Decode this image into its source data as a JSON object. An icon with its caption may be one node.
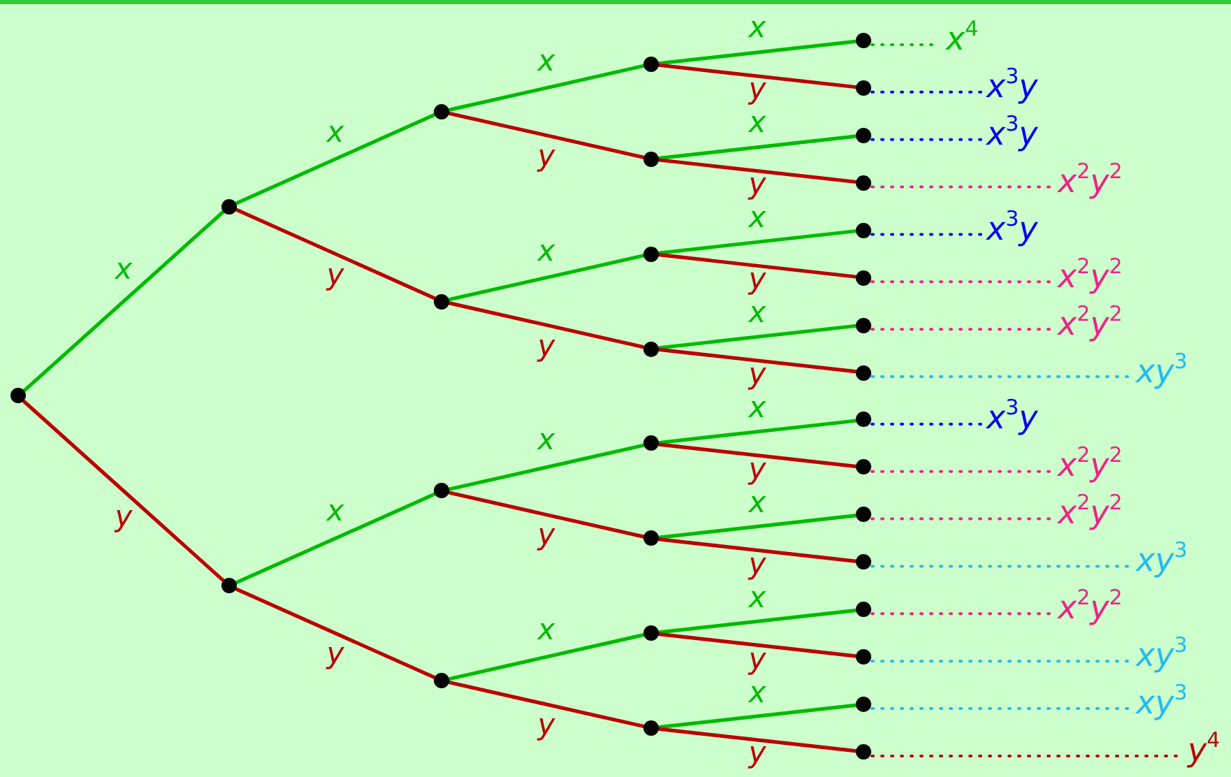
{
  "diagram": {
    "nodes": [
      {
        "text": [],
        "shape": "circle"
      },
      {
        "text": [],
        "shape": "circle"
      },
      {
        "text": [],
        "shape": "circle"
      },
      {
        "text": [],
        "shape": "circle"
      },
      {
        "text": [],
        "shape": "circle"
      },
      {
        "text": [],
        "shape": "circle"
      },
      {
        "text": [],
        "shape": "circle"
      },
      {
        "text": [],
        "shape": "circle"
      },
      {
        "text": [],
        "shape": "circle"
      },
      {
        "text": [],
        "shape": "circle"
      },
      {
        "text": [],
        "shape": "circle"
      },
      {
        "text": [],
        "shape": "circle"
      },
      {
        "text": [],
        "shape": "circle"
      },
      {
        "text": [],
        "shape": "circle"
      },
      {
        "text": [],
        "shape": "circle"
      },
      {
        "text": [],
        "shape": "circle"
      },
      {
        "text": [],
        "shape": "circle"
      },
      {
        "text": [],
        "shape": "circle"
      },
      {
        "text": [],
        "shape": "circle"
      },
      {
        "text": [],
        "shape": "circle"
      },
      {
        "text": [],
        "shape": "circle"
      },
      {
        "text": [],
        "shape": "circle"
      },
      {
        "text": [],
        "shape": "circle"
      },
      {
        "text": [],
        "shape": "circle"
      },
      {
        "text": [],
        "shape": "circle"
      },
      {
        "text": [],
        "shape": "circle"
      },
      {
        "text": [],
        "shape": "circle"
      },
      {
        "text": [],
        "shape": "circle"
      },
      {
        "text": [],
        "shape": "circle"
      },
      {
        "text": [],
        "shape": "circle"
      },
      {
        "text": [],
        "shape": "circle"
      },
      {
        "text": [
          "x$^{4}$"
        ]
      },
      {
        "text": [
          "x$^{3}$y"
        ]
      },
      {
        "text": [
          "x$^{3}$y"
        ]
      },
      {
        "text": [
          "x$^{2}$y$^{2}$"
        ]
      },
      {
        "text": [
          "x$^{3}$y"
        ]
      },
      {
        "text": [
          "x$^{2}$y$^{2}$"
        ]
      },
      {
        "text": [
          "x$^{2}$y$^{2}$"
        ]
      },
      {
        "text": [
          "xy$^{3}$"
        ]
      },
      {
        "text": [
          "x$^{3}$y"
        ]
      },
      {
        "text": [
          "x$^{2}$y$^{2}$"
        ]
      },
      {
        "text": [
          "x$^{2}$y$^{2}$"
        ]
      },
      {
        "text": [
          "xy$^{3}$"
        ]
      },
      {
        "text": [
          "x$^{2}$y$^{2}$"
        ]
      },
      {
        "text": [
          "xy$^{3}$"
        ]
      },
      {
        "text": [
          "xy$^{3}$"
        ]
      },
      {
        "text": [
          "y$^{4}$"
        ]
      }
    ],
    "edges": [
      {
        "from": 0,
        "to": 1,
        "arrow": "none",
        "label": "x",
        "color": "#00bb00"
      },
      {
        "from": 0,
        "to": 2,
        "arrow": "none",
        "label": "y",
        "color": "#bb0000"
      },
      {
        "from": 1,
        "to": 3,
        "arrow": "none",
        "label": "x",
        "color": "#00bb00"
      },
      {
        "from": 1,
        "to": 4,
        "arrow": "none",
        "label": "y",
        "color": "#bb0000"
      },
      {
        "from": 2,
        "to": 5,
        "arrow": "none",
        "label": "x",
        "color": "#00bb00"
      },
      {
        "from": 2,
        "to": 6,
        "arrow": "none",
        "label": "y",
        "color": "#bb0000"
      },
      {
        "from": 3,
        "to": 7,
        "arrow": "none",
        "label": "x",
        "color": "#00bb00"
      },
      {
        "from": 3,
        "to": 8,
        "arrow": "none",
        "label": "y",
        "color": "#bb0000"
      },
      {
        "from": 4,
        "to": 9,
        "arrow": "none",
        "label": "x",
        "color": "#00bb00"
      },
      {
        "from": 4,
        "to": 10,
        "arrow": "none",
        "label": "y",
        "color": "#bb0000"
      },
      {
        "from": 5,
        "to": 11,
        "arrow": "none",
        "label": "x",
        "color": "#00bb00"
      },
      {
        "from": 5,
        "to": 12,
        "arrow": "none",
        "label": "y",
        "color": "#bb0000"
      },
      {
        "from": 6,
        "to": 13,
        "arrow": "none",
        "label": "x",
        "color": "#00bb00"
      },
      {
        "from": 6,
        "to": 14,
        "arrow": "none",
        "label": "y",
        "color": "#bb0000"
      },
      {
        "from": 7,
        "to": 15,
        "arrow": "none",
        "label": "x",
        "color": "#00bb00"
      },
      {
        "from": 7,
        "to": 16,
        "arrow": "none",
        "label": "y",
        "color": "#bb0000"
      },
      {
        "from": 8,
        "to": 17,
        "arrow": "none",
        "label": "x",
        "color": "#00bb00"
      },
      {
        "from": 8,
        "to": 18,
        "arrow": "none",
        "label": "y",
        "color": "#bb0000"
      },
      {
        "from": 9,
        "to": 19,
        "arrow": "none",
        "label": "x",
        "color": "#00bb00"
      },
      {
        "from": 9,
        "to": 20,
        "arrow": "none",
        "label": "y",
        "color": "#bb0000"
      },
      {
        "from": 10,
        "to": 21,
        "arrow": "none",
        "label": "x",
        "color": "#00bb00"
      },
      {
        "from": 10,
        "to": 22,
        "arrow": "none",
        "label": "y",
        "color": "#bb0000"
      },
      {
        "from": 11,
        "to": 23,
        "arrow": "none",
        "label": "x",
        "color": "#00bb00"
      },
      {
        "from": 11,
        "to": 24,
        "arrow": "none",
        "label": "y",
        "color": "#bb0000"
      },
      {
        "from": 12,
        "to": 25,
        "arrow": "none",
        "label": "x",
        "color": "#00bb00"
      },
      {
        "from": 12,
        "to": 26,
        "arrow": "none",
        "label": "y",
        "color": "#bb0000"
      },
      {
        "from": 13,
        "to": 27,
        "arrow": "none",
        "label": "x",
        "color": "#00bb00"
      },
      {
        "from": 13,
        "to": 28,
        "arrow": "none",
        "label": "y",
        "color": "#bb0000"
      },
      {
        "from": 14,
        "to": 29,
        "arrow": "none",
        "label": "x",
        "color": "#00bb00"
      },
      {
        "from": 14,
        "to": 30,
        "arrow": "none",
        "label": "y",
        "color": "#bb0000"
      },
      {
        "from": 15,
        "to": 31,
        "arrow": "none",
        "style": "dashed",
        "color": "#00bb00"
      },
      {
        "from": 16,
        "to": 32,
        "arrow": "none",
        "style": "dashed",
        "color": "#0000ee"
      },
      {
        "from": 17,
        "to": 33,
        "arrow": "none",
        "style": "dashed",
        "color": "#0000ee"
      },
      {
        "from": 18,
        "to": 34,
        "arrow": "none",
        "style": "dashed",
        "color": "#ee2288"
      },
      {
        "from": 19,
        "to": 35,
        "arrow": "none",
        "style": "dashed",
        "color": "#0000ee"
      },
      {
        "from": 20,
        "to": 36,
        "arrow": "none",
        "style": "dashed",
        "color": "#ee2288"
      },
      {
        "from": 21,
        "to": 37,
        "arrow": "none",
        "style": "dashed",
        "color": "#ee2288"
      },
      {
        "from": 22,
        "to": 38,
        "arrow": "none",
        "style": "dashed",
        "color": "#22bbee"
      },
      {
        "from": 23,
        "to": 39,
        "arrow": "none",
        "style": "dashed",
        "color": "#0000ee"
      },
      {
        "from": 24,
        "to": 40,
        "arrow": "none",
        "style": "dashed",
        "color": "#ee2288"
      },
      {
        "from": 25,
        "to": 41,
        "arrow": "none",
        "style": "dashed",
        "color": "#ee2288"
      },
      {
        "from": 26,
        "to": 42,
        "arrow": "none",
        "style": "dashed",
        "color": "#22bbee"
      },
      {
        "from": 27,
        "to": 43,
        "arrow": "none",
        "style": "dashed",
        "color": "#ee2288"
      },
      {
        "from": 28,
        "to": 44,
        "arrow": "none",
        "style": "dashed",
        "color": "#22bbee"
      },
      {
        "from": 29,
        "to": 45,
        "arrow": "none",
        "style": "dashed",
        "color": "#22bbee"
      },
      {
        "from": 30,
        "to": 46,
        "arrow": "none",
        "style": "dashed",
        "color": "#bb0000"
      }
    ]
  }
}
